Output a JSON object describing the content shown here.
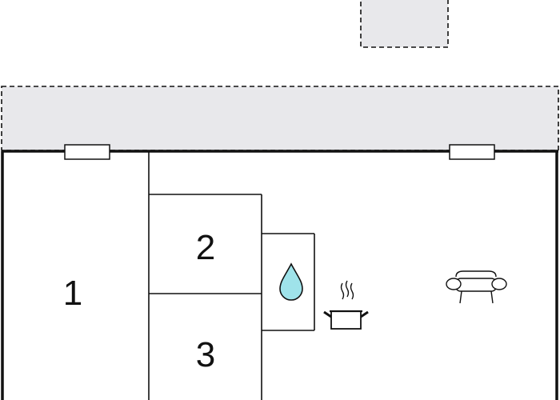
{
  "floorplan": {
    "rooms": [
      {
        "id": "room-1",
        "label": "1"
      },
      {
        "id": "room-2",
        "label": "2"
      },
      {
        "id": "room-3",
        "label": "3"
      }
    ],
    "icons": {
      "water": "water-drop-icon",
      "kitchen": "cooking-pot-icon",
      "living": "sofa-icon"
    },
    "colors": {
      "wall": "#111111",
      "outdoor_area_fill": "#e8e8eb",
      "water_fill": "#9fe3ea",
      "background": "#ffffff"
    }
  }
}
